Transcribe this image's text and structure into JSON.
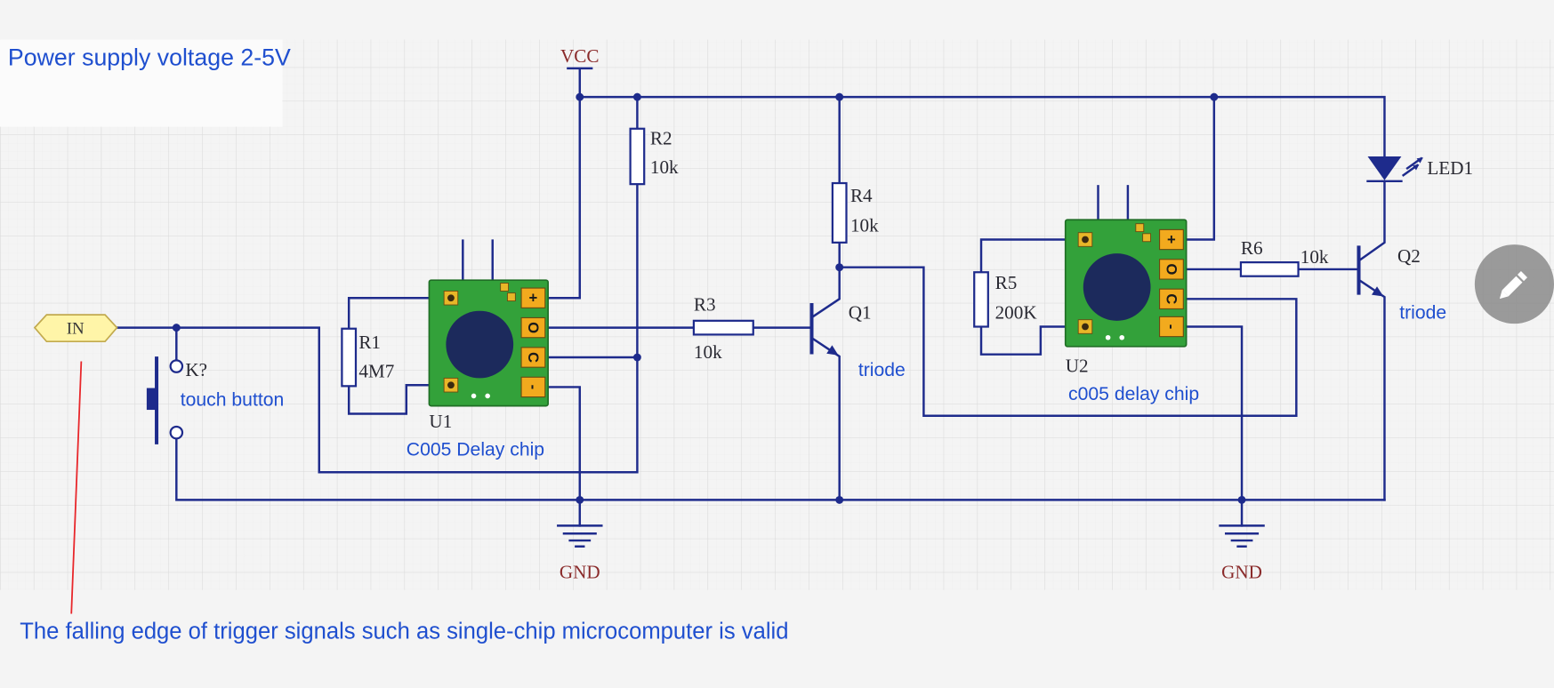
{
  "notes": {
    "supply_voltage": "Power supply voltage 2-5V",
    "trigger_note": "The falling edge of trigger signals such as single-chip microcomputer is valid"
  },
  "power": {
    "vcc": "VCC",
    "gnd_left": "GND",
    "gnd_right": "GND"
  },
  "input": {
    "port": "IN"
  },
  "switch": {
    "designator": "K?",
    "caption": "touch button"
  },
  "resistors": {
    "r1": {
      "designator": "R1",
      "value": "4M7"
    },
    "r2": {
      "designator": "R2",
      "value": "10k"
    },
    "r3": {
      "designator": "R3",
      "value": "10k"
    },
    "r4": {
      "designator": "R4",
      "value": "10k"
    },
    "r5": {
      "designator": "R5",
      "value": "200K"
    },
    "r6": {
      "designator": "R6",
      "value": "10k"
    }
  },
  "chips": {
    "u1": {
      "designator": "U1",
      "caption": "C005 Delay chip",
      "pins": [
        "+",
        "O",
        "C",
        "-"
      ]
    },
    "u2": {
      "designator": "U2",
      "caption": "c005 delay chip",
      "pins": [
        "+",
        "O",
        "C",
        "-"
      ]
    }
  },
  "transistors": {
    "q1": {
      "designator": "Q1",
      "caption": "triode"
    },
    "q2": {
      "designator": "Q2",
      "caption": "triode"
    }
  },
  "led": {
    "designator": "LED1"
  },
  "edit_button": {
    "icon": "pencil-icon"
  },
  "colors": {
    "wire": "#1e2b8c",
    "caption_text": "#1f4fcf",
    "power_label": "#8a2b2b",
    "designator_text": "#2a2a33",
    "board": "#33a13a",
    "pad": "#f2aa1e",
    "chip_core": "#1c2a5c",
    "port_fill": "#fff5a8",
    "pointer_line": "#e8262a",
    "edit_button": "#8a8a8a"
  }
}
